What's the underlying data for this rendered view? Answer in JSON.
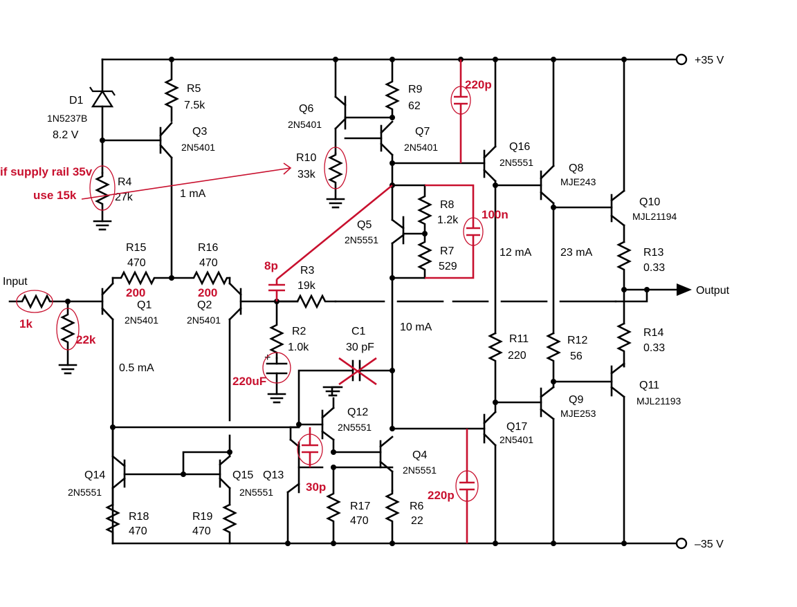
{
  "rails": {
    "positive": "+35 V",
    "negative": "–35 V"
  },
  "io": {
    "input": "Input",
    "output": "Output"
  },
  "components": {
    "D1": {
      "ref": "D1",
      "part": "1N5237B",
      "value": "8.2 V"
    },
    "R5": {
      "ref": "R5",
      "value": "7.5k"
    },
    "Q3": {
      "ref": "Q3",
      "part": "2N5401"
    },
    "R4": {
      "ref": "R4",
      "value": "27k"
    },
    "Q6": {
      "ref": "Q6",
      "part": "2N5401"
    },
    "R9": {
      "ref": "R9",
      "value": "62"
    },
    "Q7": {
      "ref": "Q7",
      "part": "2N5401"
    },
    "R10": {
      "ref": "R10",
      "value": "33k"
    },
    "Q16": {
      "ref": "Q16",
      "part": "2N5551"
    },
    "Q8": {
      "ref": "Q8",
      "part": "MJE243"
    },
    "Q10": {
      "ref": "Q10",
      "part": "MJL21194"
    },
    "R8": {
      "ref": "R8",
      "value": "1.2k"
    },
    "R7": {
      "ref": "R7",
      "value": "529"
    },
    "Q5": {
      "ref": "Q5",
      "part": "2N5551"
    },
    "R13": {
      "ref": "R13",
      "value": "0.33"
    },
    "R15": {
      "ref": "R15",
      "value": "470"
    },
    "R16": {
      "ref": "R16",
      "value": "470"
    },
    "Q1": {
      "ref": "Q1",
      "part": "2N5401"
    },
    "Q2": {
      "ref": "Q2",
      "part": "2N5401"
    },
    "R3": {
      "ref": "R3",
      "value": "19k"
    },
    "R2": {
      "ref": "R2",
      "value": "1.0k"
    },
    "C1": {
      "ref": "C1",
      "value": "30 pF"
    },
    "R11": {
      "ref": "R11",
      "value": "220"
    },
    "R12": {
      "ref": "R12",
      "value": "56"
    },
    "R14": {
      "ref": "R14",
      "value": "0.33"
    },
    "Q9": {
      "ref": "Q9",
      "part": "MJE253"
    },
    "Q11": {
      "ref": "Q11",
      "part": "MJL21193"
    },
    "Q12": {
      "ref": "Q12",
      "part": "2N5551"
    },
    "Q4": {
      "ref": "Q4",
      "part": "2N5551"
    },
    "Q17": {
      "ref": "Q17",
      "part": "2N5401"
    },
    "Q14": {
      "ref": "Q14",
      "part": "2N5551"
    },
    "Q15": {
      "ref": "Q15",
      "part": "2N5551"
    },
    "Q13": {
      "ref": "Q13"
    },
    "R18": {
      "ref": "R18",
      "value": "470"
    },
    "R19": {
      "ref": "R19",
      "value": "470"
    },
    "R17": {
      "ref": "R17",
      "value": "470"
    },
    "R6": {
      "ref": "R6",
      "value": "22"
    }
  },
  "currents": {
    "q3": "1 mA",
    "q1": "0.5 mA",
    "vas": "10 mA",
    "driver": "12 mA",
    "output": "23 mA"
  },
  "annotations": {
    "supply_note_1": "if supply rail 35v",
    "supply_note_2": "use 15k",
    "c_220p_top": "220p",
    "c_100n": "100n",
    "c_8p": "8p",
    "r15_new": "200",
    "r16_new": "200",
    "r_in_1k": "1k",
    "r_in_22k": "22k",
    "c_220uf": "220uF",
    "c_30p": "30p",
    "c_220p_bottom": "220p"
  },
  "colors": {
    "annotation": "#c8102e",
    "wire": "#000000"
  }
}
